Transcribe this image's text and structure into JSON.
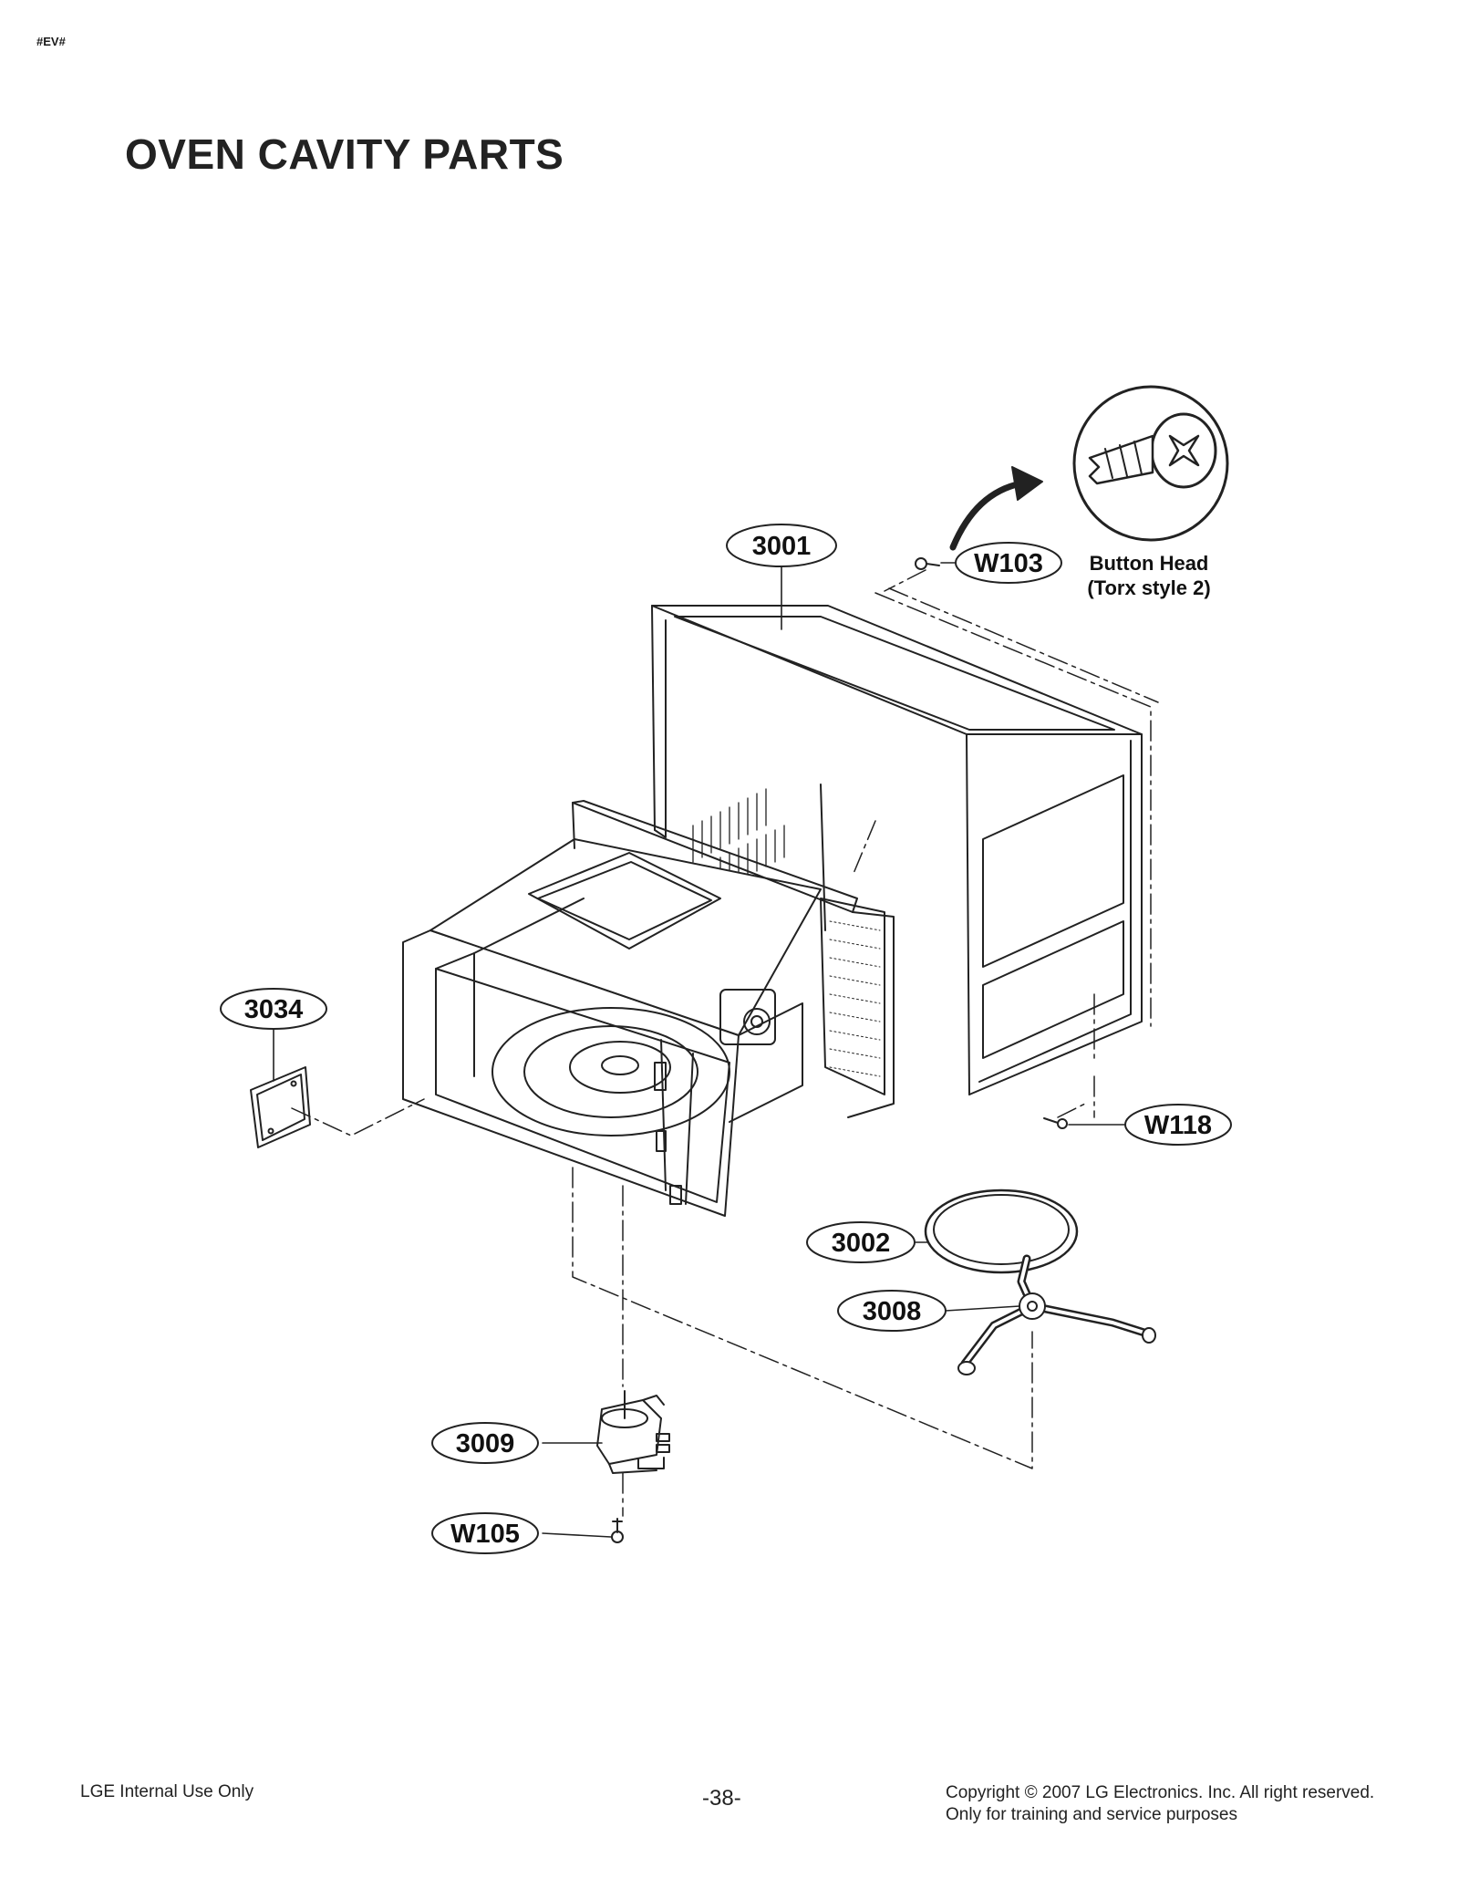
{
  "page": {
    "tag": "#EV#",
    "title": "OVEN CAVITY PARTS"
  },
  "callouts": {
    "c3001": "3001",
    "w103": "W103",
    "c3034": "3034",
    "w118": "W118",
    "c3002": "3002",
    "c3008": "3008",
    "c3009": "3009",
    "w105": "W105"
  },
  "note": {
    "line1": "Button Head",
    "line2": "(Torx style 2)"
  },
  "footer": {
    "left": "LGE Internal Use Only",
    "page_number": "-38-",
    "copyright": "Copyright © 2007 LG Electronics. Inc. All right reserved.",
    "purpose": "Only for training and service purposes"
  }
}
